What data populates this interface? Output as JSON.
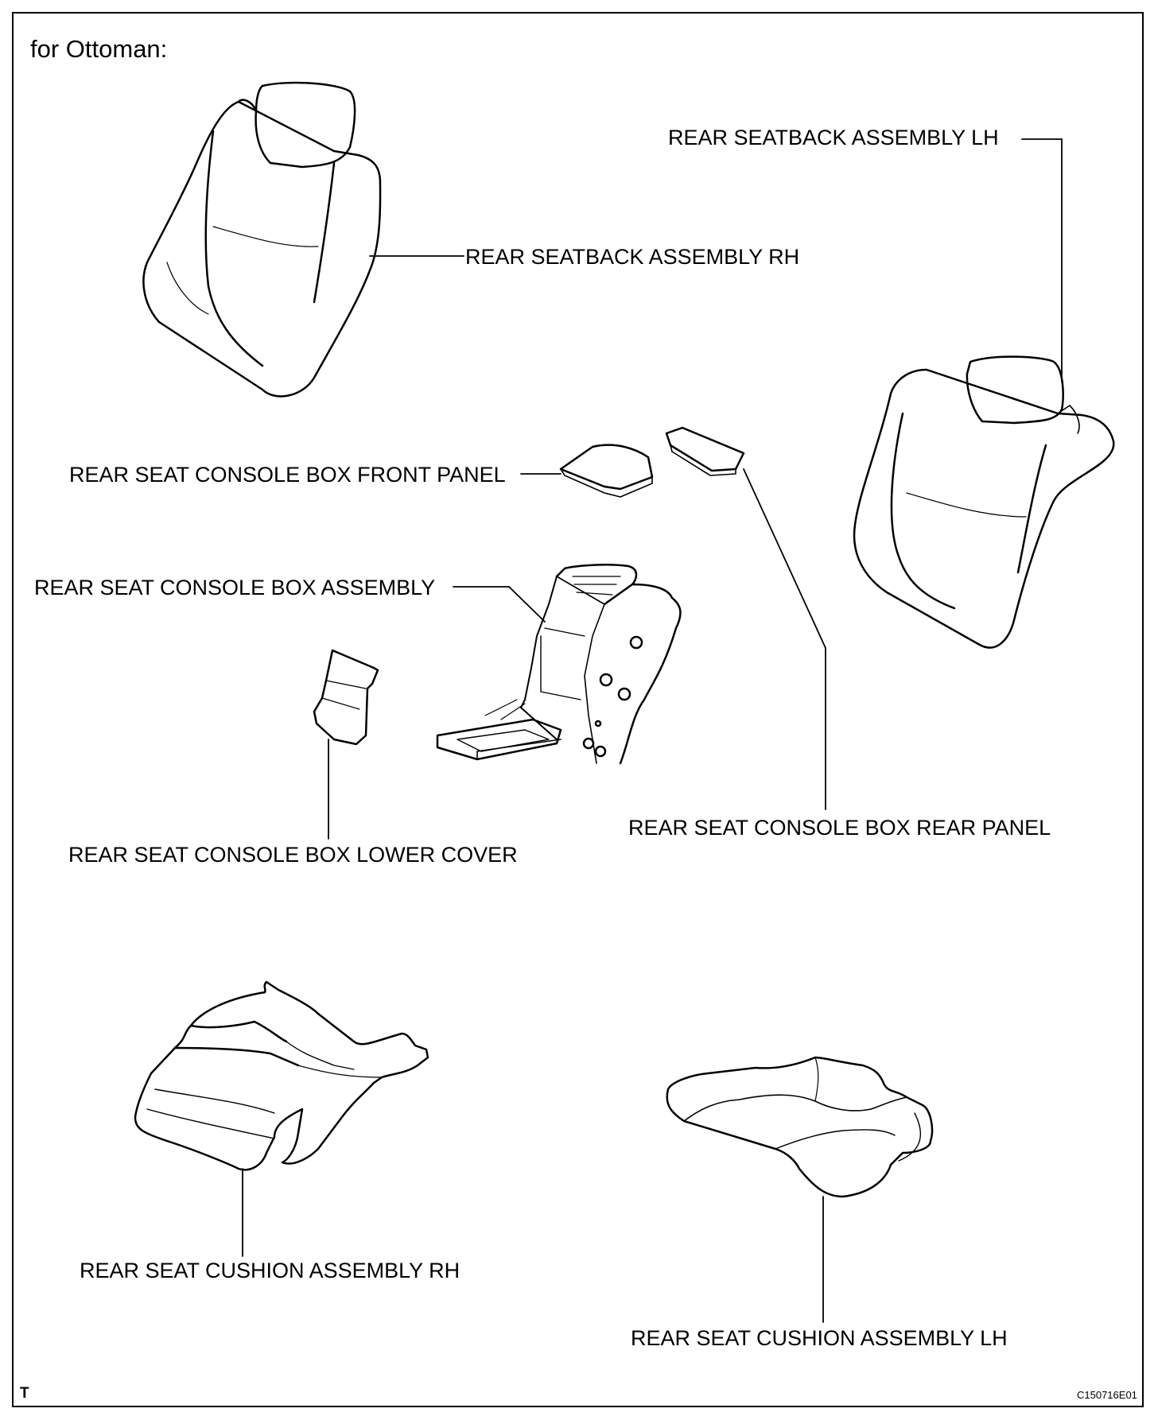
{
  "header": {
    "title": "for Ottoman:"
  },
  "labels": {
    "seatback_lh": "REAR SEATBACK ASSEMBLY LH",
    "seatback_rh": "REAR SEATBACK ASSEMBLY RH",
    "console_front_panel": "REAR SEAT CONSOLE BOX FRONT PANEL",
    "console_box_assembly": "REAR SEAT CONSOLE BOX ASSEMBLY",
    "console_rear_panel": "REAR SEAT CONSOLE BOX REAR PANEL",
    "console_lower_cover": "REAR SEAT CONSOLE BOX LOWER COVER",
    "cushion_rh": "REAR SEAT CUSHION ASSEMBLY RH",
    "cushion_lh": "REAR SEAT CUSHION ASSEMBLY LH"
  },
  "footer": {
    "corner_mark": "T",
    "figure_id": "C150716E01"
  },
  "colors": {
    "line": "#000000",
    "background": "#ffffff"
  }
}
